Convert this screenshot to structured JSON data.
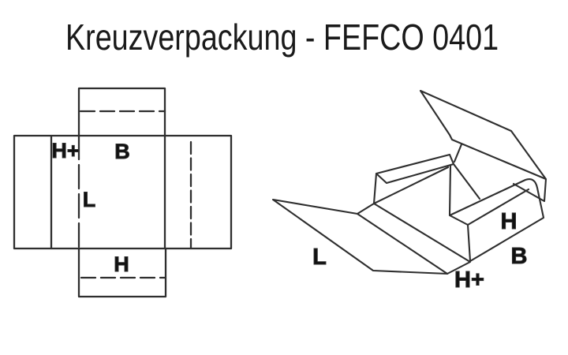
{
  "title": "Kreuzverpackung - FEFCO 0401",
  "flat_pattern": {
    "label_h_plus": "H+",
    "label_b": "B",
    "label_l": "L",
    "label_h": "H"
  },
  "assembled_view": {
    "label_l": "L",
    "label_h": "H",
    "label_b": "B",
    "label_h_plus": "H+"
  },
  "colors": {
    "background": "#ffffff",
    "line": "#2e2e2e",
    "label": "#101010",
    "title": "#1a1a1a"
  }
}
